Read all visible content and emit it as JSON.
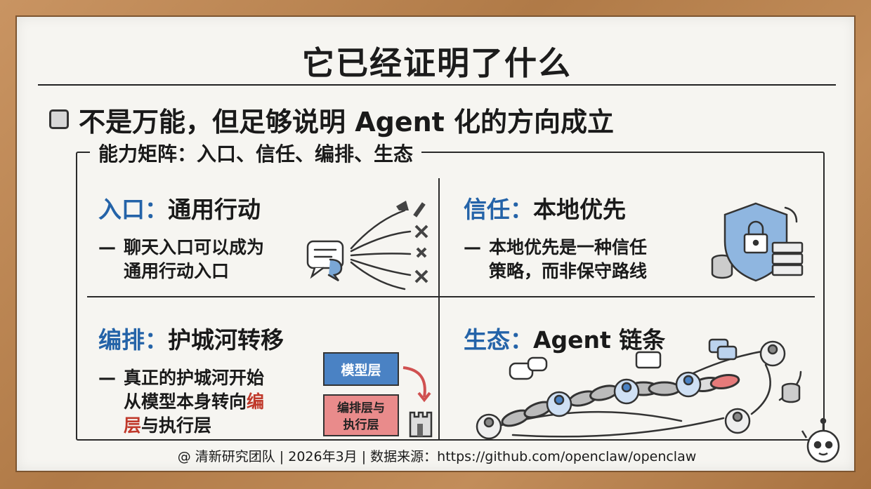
{
  "title": "它已经证明了什么",
  "headline": "不是万能，但足够说明 Agent 化的方向成立",
  "matrix": {
    "title": "能力矩阵：入口、信任、编排、生态",
    "cells": [
      {
        "key": "入口：",
        "value": "通用行动",
        "line1": "聊天入口可以成为",
        "line2": "通用行动入口"
      },
      {
        "key": "信任：",
        "value": "本地优先",
        "line1": "本地优先是一种信任",
        "line2": "策略，而非保守路线"
      },
      {
        "key": "编排：",
        "value": "护城河转移",
        "line1": "真正的护城河开始",
        "line2a": "从模型本身转向",
        "line2b": "编",
        "line3a": "层",
        "line3b": "与执行层"
      },
      {
        "key": "生态：",
        "value": "Agent 链条"
      }
    ],
    "illustrations": {
      "model_layer": "模型层",
      "exec_layer_1": "编排层与",
      "exec_layer_2": "执行层"
    }
  },
  "dash": "—",
  "footer": "@ 清新研究团队 | 2026年3月 | 数据来源：https://github.com/openclaw/openclaw",
  "colors": {
    "accent_blue": "#2463a8",
    "highlight_red": "#c0392b",
    "board": "#f6f5f1",
    "frame_wood": "#b98652"
  }
}
